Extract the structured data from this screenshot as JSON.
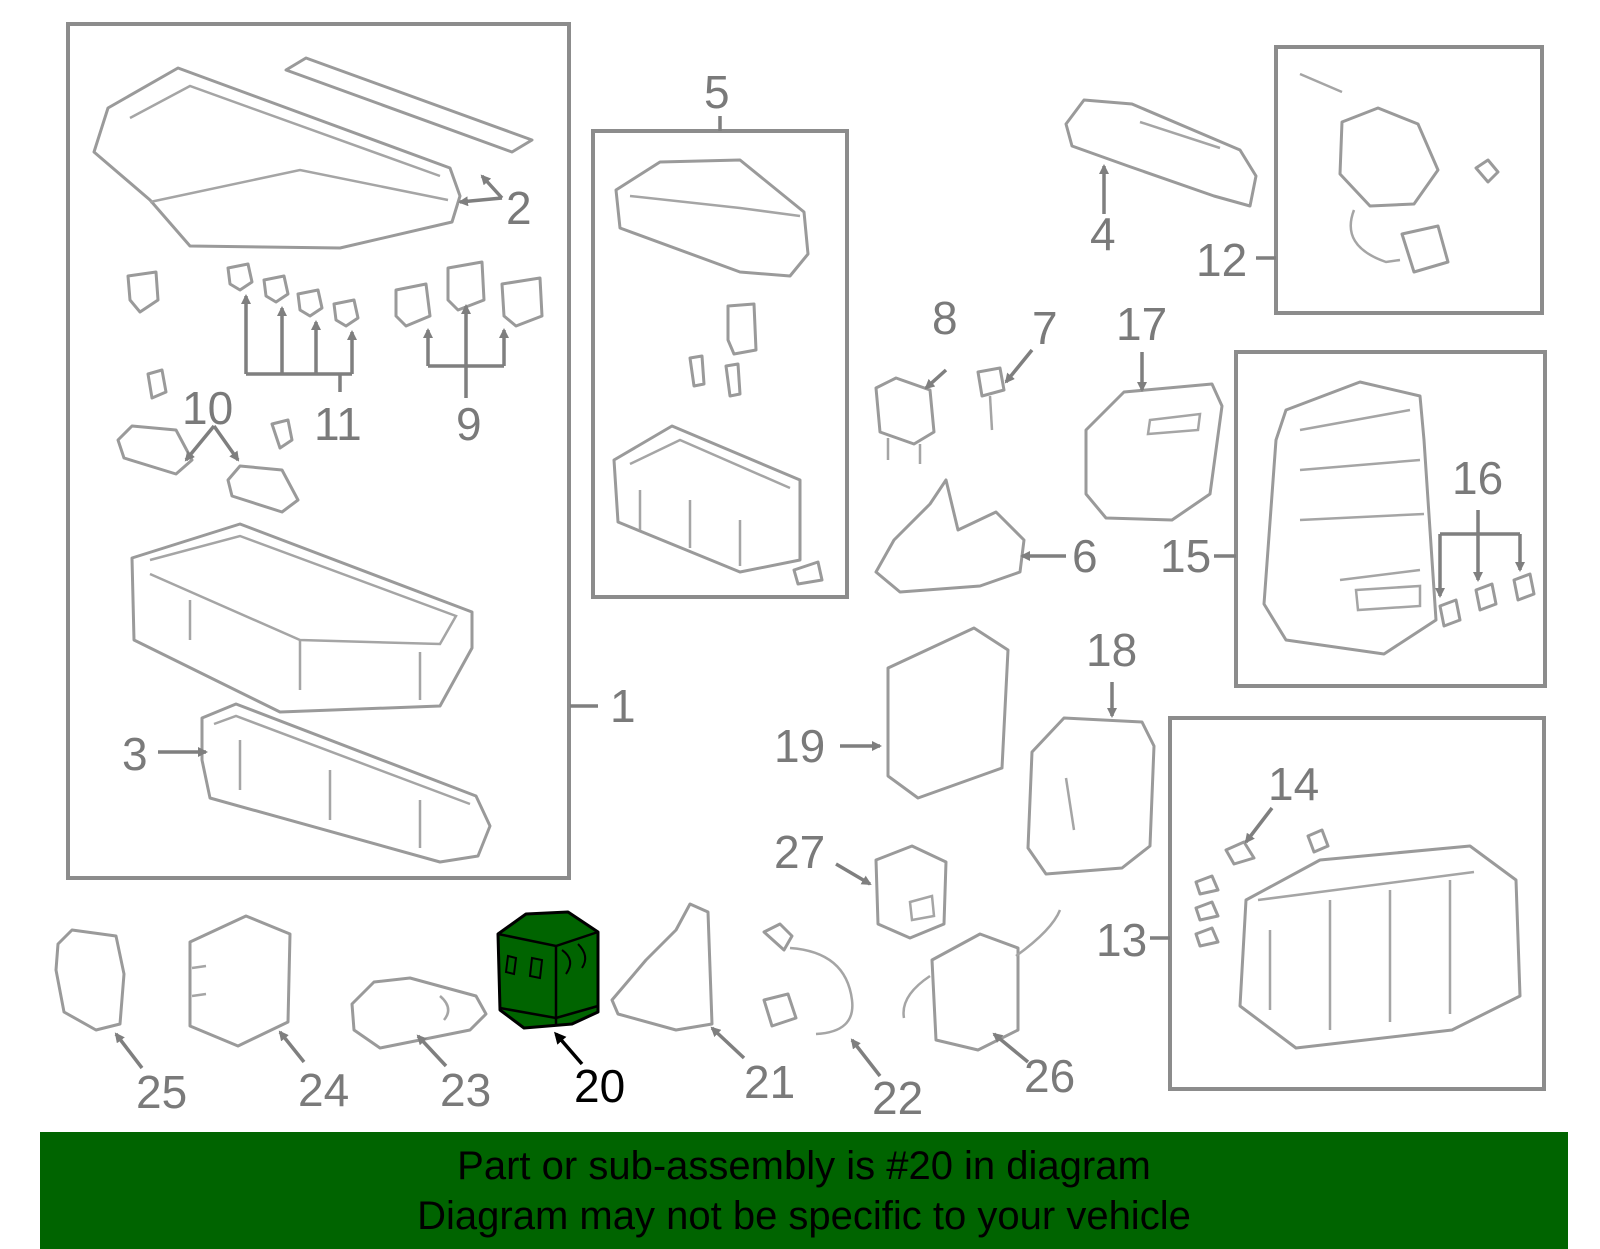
{
  "diagram": {
    "callouts": [
      "1",
      "2",
      "3",
      "4",
      "5",
      "6",
      "7",
      "8",
      "9",
      "10",
      "11",
      "12",
      "13",
      "14",
      "15",
      "16",
      "17",
      "18",
      "19",
      "20",
      "21",
      "22",
      "23",
      "24",
      "25",
      "26",
      "27"
    ],
    "highlighted_callout": "20",
    "colors": {
      "banner_background": "#006400",
      "highlight_fill": "#006400",
      "banner_text": "#000000",
      "line_art": "#9a9a9a"
    }
  },
  "banner": {
    "line1": "Part or sub-assembly is #20 in diagram",
    "line2": "Diagram may not be specific to your vehicle"
  }
}
